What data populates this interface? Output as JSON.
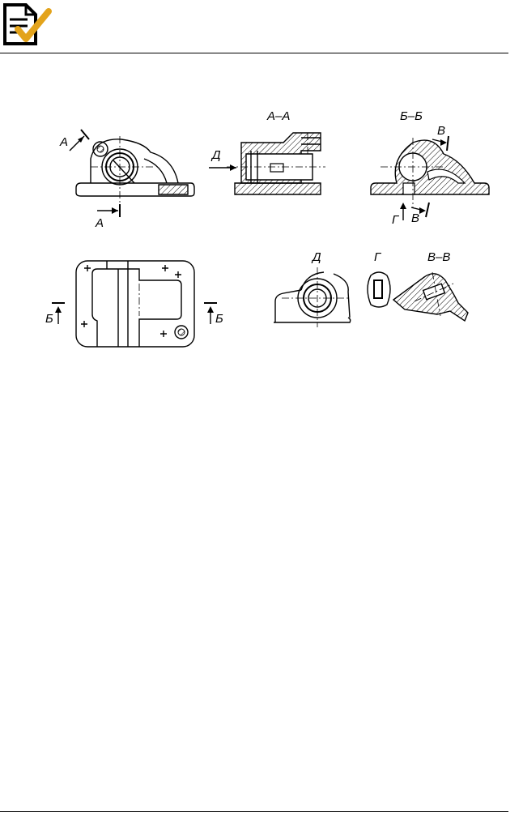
{
  "header": {
    "icon": "document-checkmark-icon"
  },
  "drawing": {
    "labels": {
      "cut_a_top": "А",
      "cut_a_bottom": "А",
      "section_aa": "А–А",
      "view_d_arrow": "Д",
      "section_bb": "Б–Б",
      "cut_v_top": "В",
      "cut_g": "Г",
      "cut_v_bottom": "В",
      "cut_b_left": "Б",
      "cut_b_right": "Б",
      "view_d": "Д",
      "view_g": "Г",
      "section_vv": "В–В"
    }
  }
}
